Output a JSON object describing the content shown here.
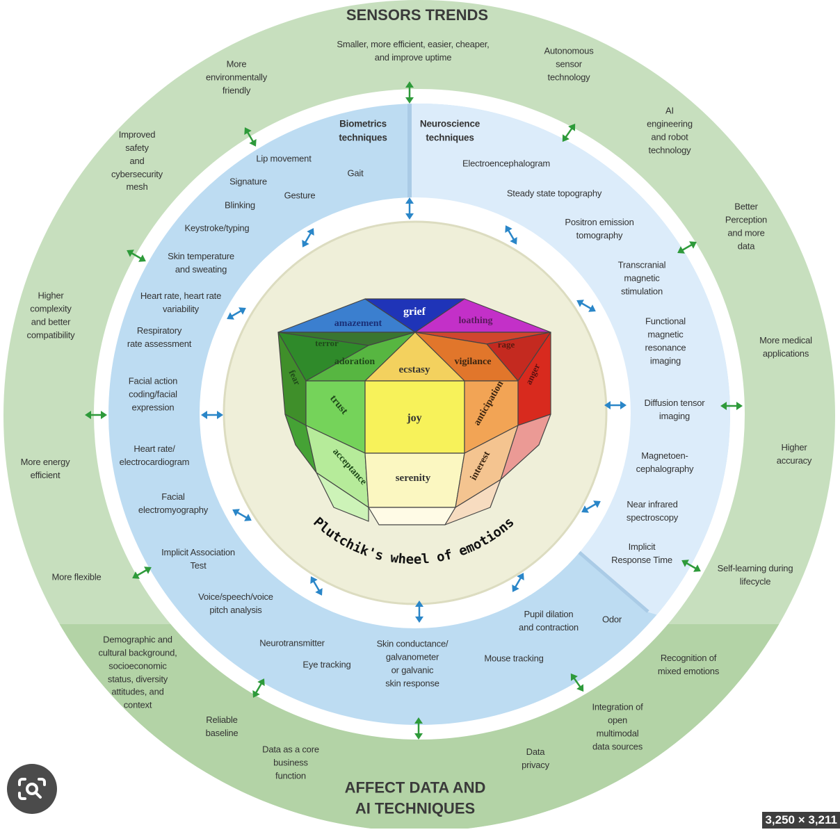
{
  "title_top": "SENSORS TRENDS",
  "title_bottom": "AFFECT DATA AND\nAI TECHNIQUES",
  "center_title": "Plutchik's wheel of emotions",
  "biometrics_header": "Biometrics\ntechniques",
  "neuroscience_header": "Neuroscience\ntechniques",
  "sensor_trends": [
    "Smaller, more efficient, easier, cheaper,\nand improve uptime",
    "Autonomous\nsensor\ntechnology",
    "AI\nengineering\nand robot\ntechnology",
    "Better\nPerception\nand more\ndata",
    "More medical\napplications",
    "Higher accuracy",
    "Self-learning during\nlifecycle",
    "More\nenvironmentally\nfriendly",
    "Improved\nsafety\nand\ncybersecurity\nmesh",
    "Higher\ncomplexity\nand better\ncompatibility",
    "More energy\nefficient",
    "More flexible"
  ],
  "ai_techniques": [
    "Demographic and\ncultural background,\nsocioeconomic\nstatus, diversity\nattitudes, and\ncontext",
    "Reliable\nbaseline",
    "Data as a core\nbusiness\nfunction",
    "Data\nprivacy",
    "Integration of\nopen\nmultimodal\ndata sources",
    "Recognition of\nmixed emotions"
  ],
  "biometrics": [
    "Lip movement",
    "Gait",
    "Signature",
    "Gesture",
    "Blinking",
    "Keystroke/typing",
    "Skin temperature\nand sweating",
    "Heart rate, heart rate\nvariability",
    "Respiratory\nrate assessment",
    "Facial action\ncoding/facial\nexpression",
    "Heart rate/\nelectrocardiogram",
    "Facial\nelectromyography",
    "Implicit Association\nTest",
    "Voice/speech/voice\npitch analysis",
    "Neurotransmitter",
    "Eye tracking",
    "Skin conductance/\ngalvanometer\nor galvanic\nskin response",
    "Mouse tracking",
    "Pupil dilation\nand contraction",
    "Odor"
  ],
  "neuroscience": [
    "Electroencephalogram",
    "Steady state topography",
    "Positron emission\ntomography",
    "Transcranial\nmagnetic\nstimulation",
    "Functional\nmagnetic\nresonance\nimaging",
    "Diffusion tensor\nimaging",
    "Magnetoen-\ncephalography",
    "Near infrared\nspectroscopy",
    "Implicit\nResponse Time"
  ],
  "emotions": [
    "grief",
    "amazement",
    "loathing",
    "terror",
    "rage",
    "adoration",
    "ecstasy",
    "vigilance",
    "fear",
    "anger",
    "trust",
    "joy",
    "anticipation",
    "acceptance",
    "serenity",
    "interest"
  ],
  "image_dimensions": "3,250 × 3,211",
  "colors": {
    "outer_ring": "#c7dfbe",
    "bottom_band": "#b3d3a6",
    "biometrics_band": "#bddcf2",
    "neuroscience_band": "#dcecfa",
    "center_disc": "#efefd9",
    "arrow_green": "#2e9a3a",
    "arrow_blue": "#2a86c8"
  }
}
